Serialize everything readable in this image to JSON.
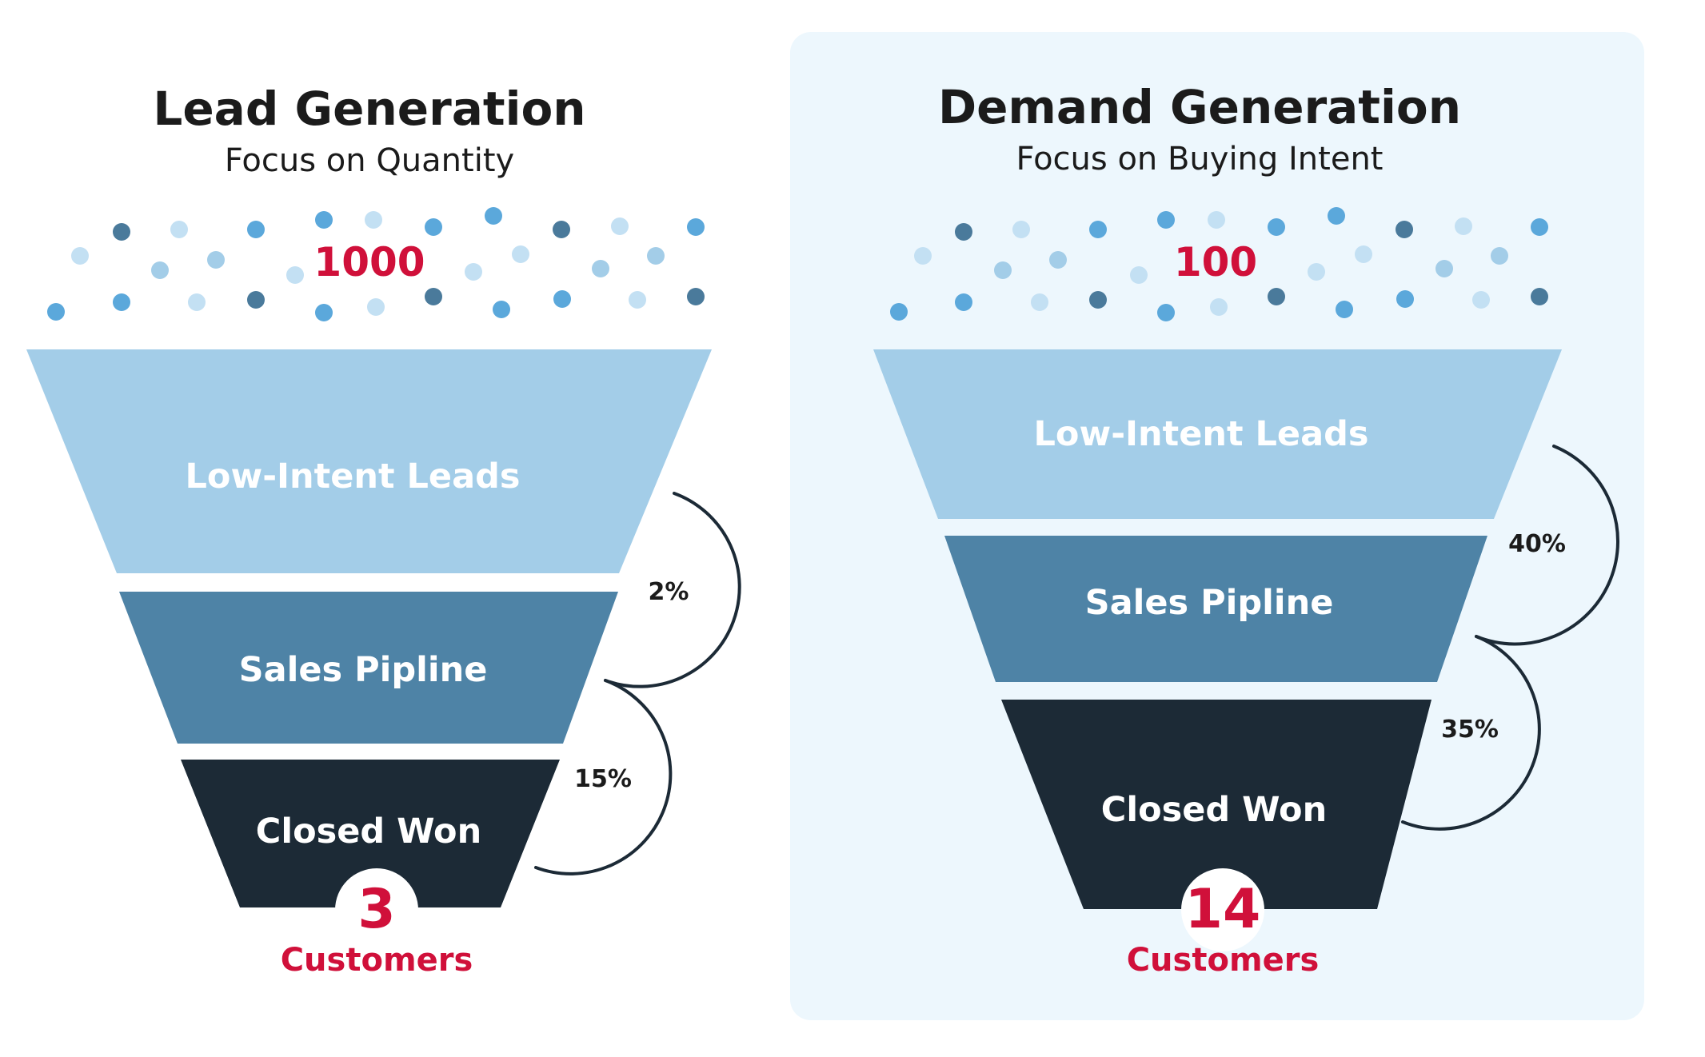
{
  "colors": {
    "panel_bg": "#edf7fd",
    "stage_light": "#a3cde8",
    "stage_mid": "#4e83a6",
    "stage_dark": "#1c2a36",
    "accent_red": "#d0103a",
    "dot_light": "#c3e0f3",
    "dot_mid": "#5ba8db",
    "dot_dark": "#4a7a9b"
  },
  "funnels": [
    {
      "title": "Lead Generation",
      "subtitle": "Focus on Quantity",
      "top_count": "1000",
      "stages": [
        {
          "label": "Low-Intent Leads"
        },
        {
          "label": "Sales Pipline"
        },
        {
          "label": "Closed Won"
        }
      ],
      "rates": [
        "2%",
        "15%"
      ],
      "result_count": "3",
      "result_label": "Customers"
    },
    {
      "title": "Demand Generation",
      "subtitle": "Focus on Buying Intent",
      "top_count": "100",
      "stages": [
        {
          "label": "Low-Intent Leads"
        },
        {
          "label": "Sales Pipline"
        },
        {
          "label": "Closed Won"
        }
      ],
      "rates": [
        "40%",
        "35%"
      ],
      "result_count": "14",
      "result_label": "Customers"
    }
  ]
}
